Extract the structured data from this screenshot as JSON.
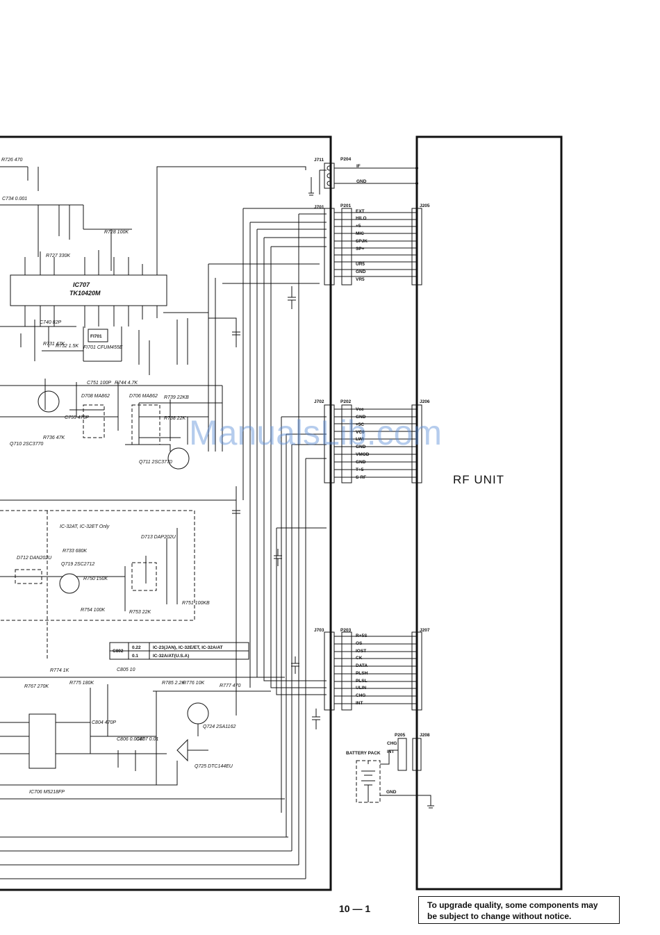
{
  "page_number": "10 — 1",
  "notice": {
    "line1": "To upgrade quality, some components may",
    "line2": "be subject to change without notice."
  },
  "watermark": "ManualsLib.com",
  "rf_unit_label": "RF UNIT",
  "ic707": {
    "name": "IC707",
    "part": "TK10420M"
  },
  "connectors": {
    "p204": {
      "j": "J711",
      "p": "P204",
      "pins": [
        "IF",
        "GND"
      ]
    },
    "p201": {
      "j": "J701",
      "p": "P201",
      "r": "J205",
      "pins": [
        "EXT",
        "HILO",
        "+5",
        "MIC",
        "SPJK",
        "SP+",
        "",
        "",
        "UR5",
        "GND",
        "VR5"
      ]
    },
    "p202": {
      "j": "J702",
      "p": "P202",
      "r": "J206",
      "pins": [
        "Vcc",
        "GND",
        "+5C",
        "VC0",
        "LWI",
        "GND",
        "VMOD",
        "GND",
        "T+5",
        "S-RF"
      ]
    },
    "p203": {
      "j": "J703",
      "p": "P203",
      "r": "J207",
      "pins": [
        "R+5S",
        "OS",
        "IOST",
        "CK",
        "DATA",
        "PLSH",
        "PLSL",
        "ULIN",
        "CHG",
        "INT"
      ]
    },
    "p205": {
      "p": "P205",
      "r": "J208",
      "pins": [
        "CHG",
        "INT"
      ]
    }
  },
  "labels": {
    "battery": "BATTERY PACK",
    "gnd": "GND",
    "ic32_note": "IC-32AT, IC-32ET Only",
    "c802_table": [
      {
        "ref": "C802",
        "val": "0.22",
        "desc": "IC-23(JAN), IC-32E/ET, IC-32A/AT"
      },
      {
        "ref": "",
        "val": "0.1",
        "desc": "IC-32A/AT(U.S.A)"
      }
    ]
  },
  "parts": [
    {
      "t": "R726",
      "v": "470"
    },
    {
      "t": "C734",
      "v": "0.001"
    },
    {
      "t": "R728",
      "v": "100K"
    },
    {
      "t": "R727",
      "v": "330K"
    },
    {
      "t": "C740",
      "v": "82P"
    },
    {
      "t": "R731",
      "v": "47K"
    },
    {
      "t": "R732",
      "v": "1.5K"
    },
    {
      "t": "FI701",
      "v": "CFUM455E"
    },
    {
      "t": "C751",
      "v": "100P"
    },
    {
      "t": "R744",
      "v": "4.7K"
    },
    {
      "t": "D708",
      "v": "MA862"
    },
    {
      "t": "D706",
      "v": "MA862"
    },
    {
      "t": "R739",
      "v": "22KB"
    },
    {
      "t": "R738",
      "v": "22K"
    },
    {
      "t": "Q710",
      "v": "2SC3770"
    },
    {
      "t": "Q711",
      "v": "2SC3770"
    },
    {
      "t": "R736",
      "v": "47K"
    },
    {
      "t": "C755",
      "v": "470P"
    },
    {
      "t": "R733",
      "v": "680K"
    },
    {
      "t": "Q719",
      "v": "2SC2712"
    },
    {
      "t": "R750",
      "v": "150K"
    },
    {
      "t": "D713",
      "v": "DAP202U"
    },
    {
      "t": "D712",
      "v": "DAN202U"
    },
    {
      "t": "R753",
      "v": "22K"
    },
    {
      "t": "R754",
      "v": "100K"
    },
    {
      "t": "R751",
      "v": "100KB"
    },
    {
      "t": "R774",
      "v": "1K"
    },
    {
      "t": "R775",
      "v": "180K"
    },
    {
      "t": "R767",
      "v": "270K"
    },
    {
      "t": "R785",
      "v": "2.2K"
    },
    {
      "t": "R776",
      "v": "10K"
    },
    {
      "t": "R777",
      "v": "470"
    },
    {
      "t": "Q724",
      "v": "2SA1162"
    },
    {
      "t": "Q725",
      "v": "DTC144EU"
    },
    {
      "t": "IC706",
      "v": "M5218FP"
    },
    {
      "t": "C805",
      "v": "10"
    },
    {
      "t": "C804",
      "v": "470P"
    },
    {
      "t": "C806",
      "v": "0.0047"
    },
    {
      "t": "C807",
      "v": "0.01"
    }
  ]
}
